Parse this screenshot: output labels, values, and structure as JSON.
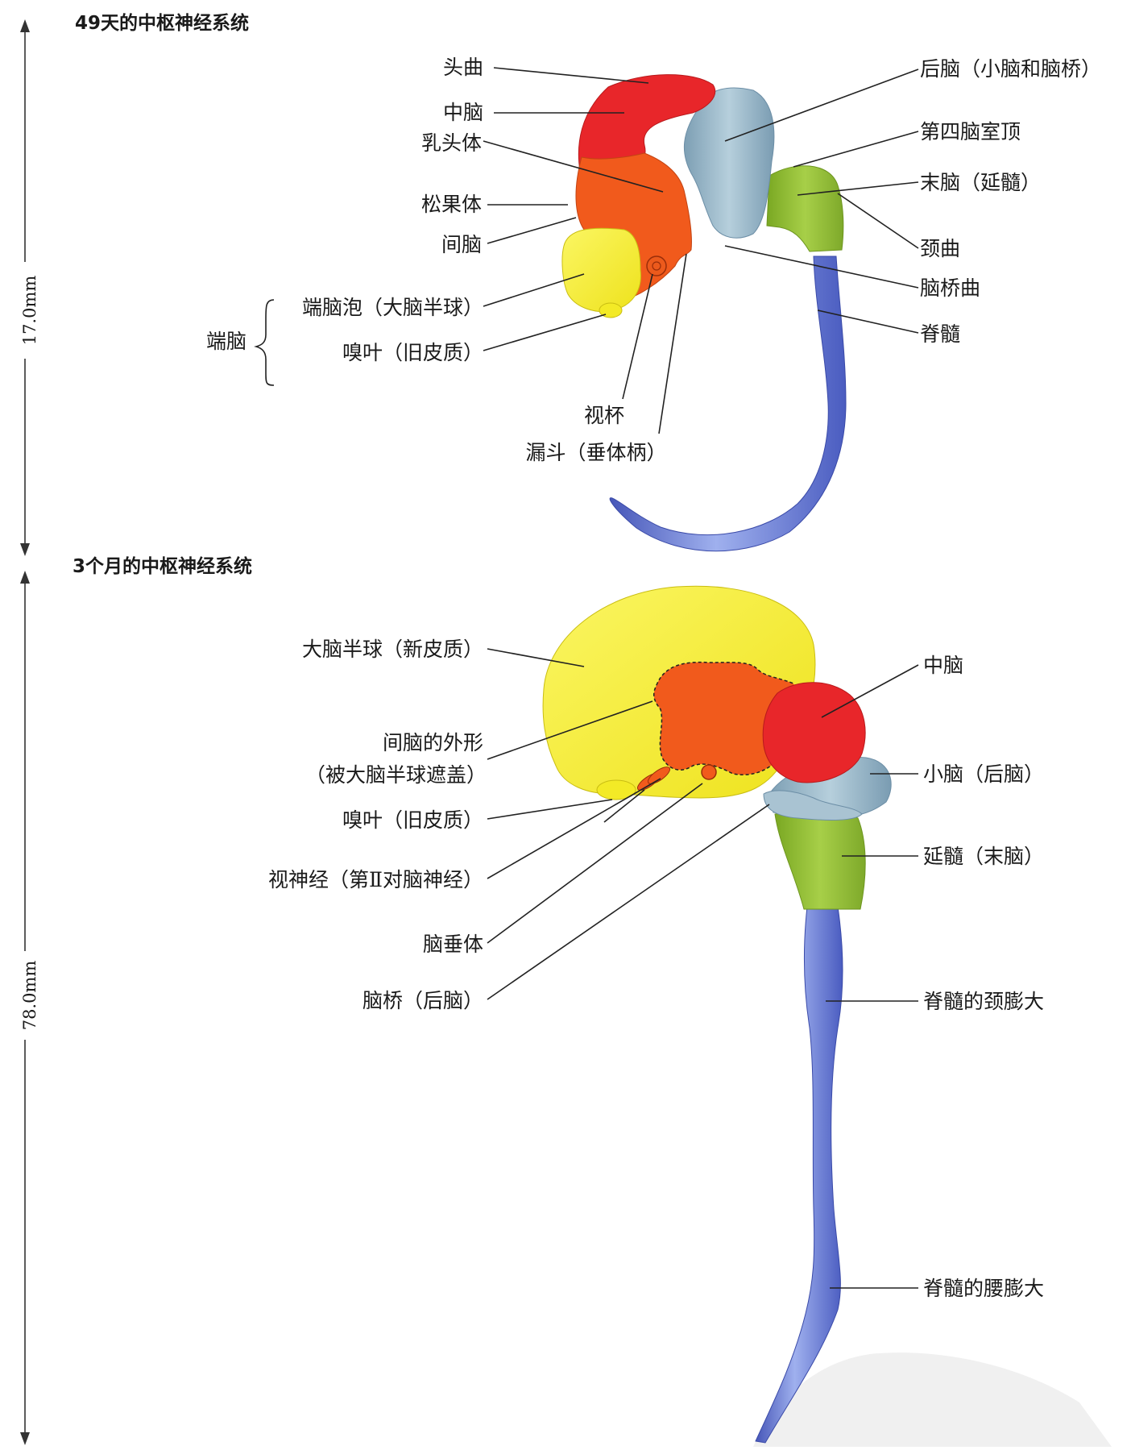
{
  "panel1": {
    "title": "49天的中枢神经系统",
    "scale_label": "17.0mm",
    "labels": {
      "toubu_qu": "头曲",
      "zhongnao": "中脑",
      "rutouti": "乳头体",
      "songguoti": "松果体",
      "jiannao": "间脑",
      "duannao_group": "端脑",
      "duannaopao": "端脑泡（大脑半球）",
      "xiuye": "嗅叶（旧皮质）",
      "shibei": "视杯",
      "loudou": "漏斗（垂体柄）",
      "hounao": "后脑（小脑和脑桥）",
      "disi_naoshiding": "第四脑室顶",
      "monao": "末脑（延髓）",
      "jingqu": "颈曲",
      "naoqiaoqu": "脑桥曲",
      "jisui": "脊髓"
    }
  },
  "panel2": {
    "title": "3个月的中枢神经系统",
    "scale_label": "78.0mm",
    "labels": {
      "danao": "大脑半球（新皮质）",
      "jiannao_waixing_1": "间脑的外形",
      "jiannao_waixing_2": "（被大脑半球遮盖）",
      "xiuye": "嗅叶（旧皮质）",
      "shishenjing": "视神经（第Ⅱ对脑神经）",
      "naochuiti": "脑垂体",
      "naoqiao": "脑桥（后脑）",
      "zhongnao": "中脑",
      "xiaonao": "小脑（后脑）",
      "yansui": "延髓（末脑）",
      "jingpengda": "脊髓的颈膨大",
      "yaopengda": "脊髓的腰膨大"
    }
  },
  "colors": {
    "forebrain_yellow": "#f7f12a",
    "diencephalon_orange": "#f15a1c",
    "midbrain_red": "#e8262a",
    "hindbrain_blue": "#8fb4c8",
    "medulla_green": "#8dbb2d",
    "spinal_cord_blue": "#5f73cf"
  }
}
